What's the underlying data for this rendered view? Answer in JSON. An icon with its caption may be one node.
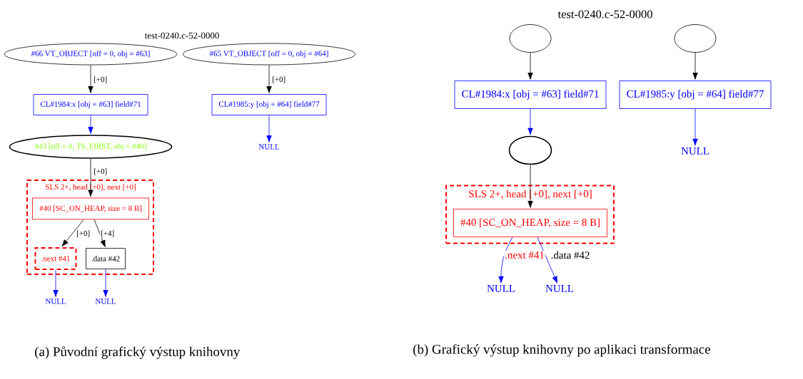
{
  "diagram": {
    "nodes": [
      {
        "text": [
          "#66 VT_OBJECT [off = 0, obj = #63]"
        ]
      },
      {
        "text": [
          "#65 VT_OBJECT [off = 0, obj = #64]"
        ]
      },
      {
        "text": [
          "CL#1984:x [obj = #63] field#71"
        ]
      },
      {
        "text": [
          "CL#1985:y [obj = #64] field#77"
        ]
      },
      {
        "text": [
          "#43 [off = 0, TS_FIRST, obj = #40]"
        ]
      },
      {
        "text": [
          "NULL"
        ]
      },
      {
        "text": [
          "SLS 2+, head [+0], next [+0]"
        ]
      },
      {
        "text": [
          "#40 [SC_ON_HEAP, size = 8 B]"
        ],
        "in": 6
      },
      {
        "text": [
          ".next #41"
        ],
        "in": 6
      },
      {
        "text": [
          ".data #42"
        ],
        "in": 6
      },
      {
        "text": [
          "NULL"
        ]
      },
      {
        "text": [
          "NULL"
        ]
      },
      {
        "text": [],
        "shape": "ellipse"
      },
      {
        "text": [],
        "shape": "ellipse"
      },
      {
        "text": [
          "CL#1984:x [obj = #63] field#71"
        ]
      },
      {
        "text": [
          "CL#1985:y [obj = #64] field#77"
        ]
      },
      {
        "text": [],
        "shape": "ellipse"
      },
      {
        "text": [
          "NULL"
        ]
      },
      {
        "text": [
          "SLS 2+, head [+0], next [+0]"
        ]
      },
      {
        "text": [
          "#40 [SC_ON_HEAP, size = 8 B]"
        ],
        "in": 18
      },
      {
        "text": [
          "NULL"
        ]
      },
      {
        "text": [
          "NULL"
        ]
      }
    ],
    "edges": [
      {
        "from": 0,
        "to": 2,
        "arrow": "to",
        "label": "[+0]"
      },
      {
        "from": 1,
        "to": 3,
        "arrow": "to",
        "label": "[+0]"
      },
      {
        "from": 2,
        "to": 4,
        "arrow": "to",
        "color": "#0000ff"
      },
      {
        "from": 3,
        "to": 5,
        "arrow": "to",
        "color": "#0000ff"
      },
      {
        "from": 4,
        "to": 7,
        "arrow": "to",
        "label": "[+0]"
      },
      {
        "from": 7,
        "to": 8,
        "arrow": "to",
        "label": "[+0]"
      },
      {
        "from": 7,
        "to": 9,
        "arrow": "to",
        "label": "[+4]"
      },
      {
        "from": 8,
        "to": 10,
        "arrow": "to",
        "color": "#0000ff"
      },
      {
        "from": 9,
        "to": 11,
        "arrow": "to",
        "color": "#0000ff"
      },
      {
        "from": 12,
        "to": 14,
        "arrow": "to"
      },
      {
        "from": 13,
        "to": 15,
        "arrow": "to"
      },
      {
        "from": 14,
        "to": 16,
        "arrow": "to",
        "color": "#0000ff"
      },
      {
        "from": 15,
        "to": 17,
        "arrow": "to",
        "color": "#0000ff"
      },
      {
        "from": 16,
        "to": 19,
        "arrow": "to"
      },
      {
        "from": 19,
        "to": 20,
        "arrow": "to",
        "color": "#0000ff",
        "label": ".next #41"
      },
      {
        "from": 19,
        "to": 21,
        "arrow": "to",
        "color": "#0000ff",
        "label": ".data #42"
      }
    ],
    "labels": [
      "test-0240.c-52-0000",
      "test-0240.c-52-0000",
      "(a) Původní grafický výstup knihovny",
      "(b) Grafický výstup knihovny po aplikaci transformace"
    ]
  }
}
